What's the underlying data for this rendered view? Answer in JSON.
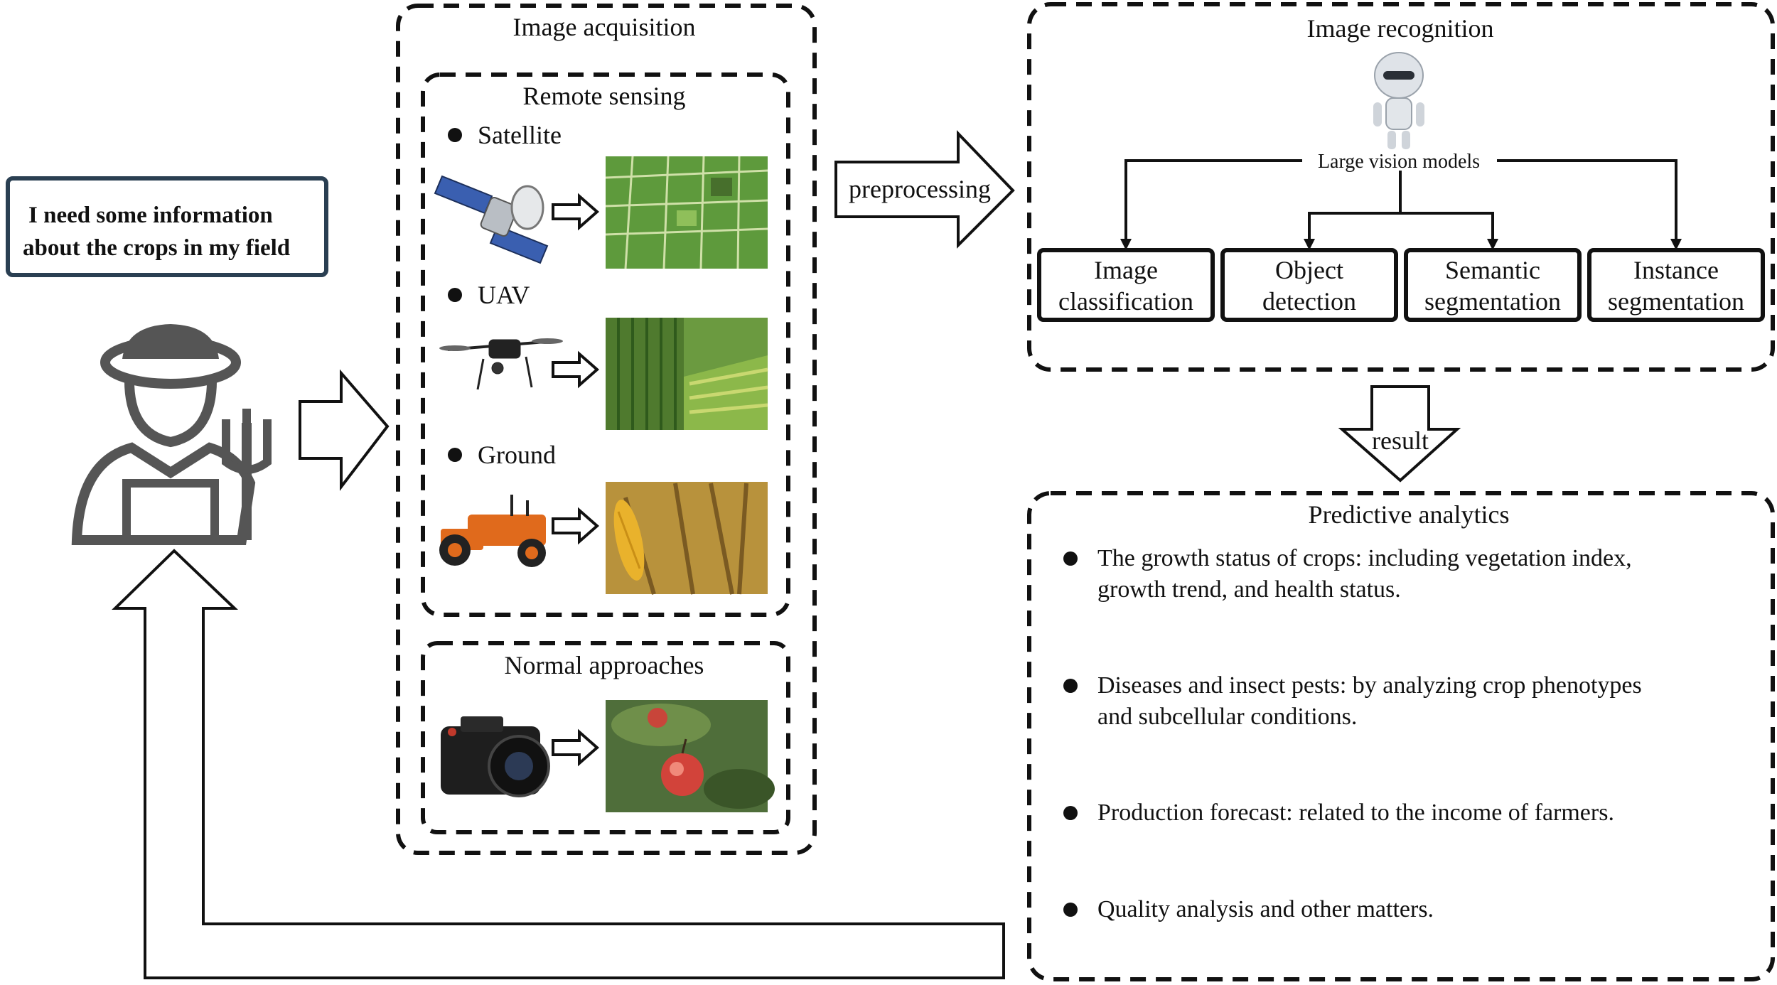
{
  "user_bubble": {
    "line1": "I need some information",
    "line2": "about the crops in my field"
  },
  "acquisition": {
    "title": "Image acquisition",
    "remote_sensing_title": "Remote sensing",
    "sources": [
      "Satellite",
      "UAV",
      "Ground"
    ],
    "normal_title": "Normal approaches"
  },
  "preprocessing_label": "preprocessing",
  "recognition": {
    "title": "Image recognition",
    "model_label": "Large vision models",
    "tasks": [
      {
        "line1": "Image",
        "line2": "classification"
      },
      {
        "line1": "Object",
        "line2": "detection"
      },
      {
        "line1": "Semantic",
        "line2": "segmentation"
      },
      {
        "line1": "Instance",
        "line2": "segmentation"
      }
    ]
  },
  "result_label": "result",
  "analytics": {
    "title": "Predictive analytics",
    "items": [
      {
        "line1": "The growth status of crops: including vegetation index,",
        "line2": "growth trend, and health status."
      },
      {
        "line1": "Diseases and insect pests: by analyzing crop phenotypes",
        "line2": "and subcellular conditions."
      },
      {
        "line1": "Production forecast: related to the income of farmers.",
        "line2": ""
      },
      {
        "line1": "Quality analysis and other matters.",
        "line2": ""
      }
    ]
  },
  "icons": [
    "farmer-icon",
    "satellite-icon",
    "drone-icon",
    "tractor-icon",
    "camera-icon",
    "robot-icon"
  ],
  "colors": {
    "ink": "#111111",
    "bubble_border": "#2a3f52",
    "farmer": "#555555",
    "tractor": "#e06a1c",
    "field_green": "#5a9a3a"
  }
}
